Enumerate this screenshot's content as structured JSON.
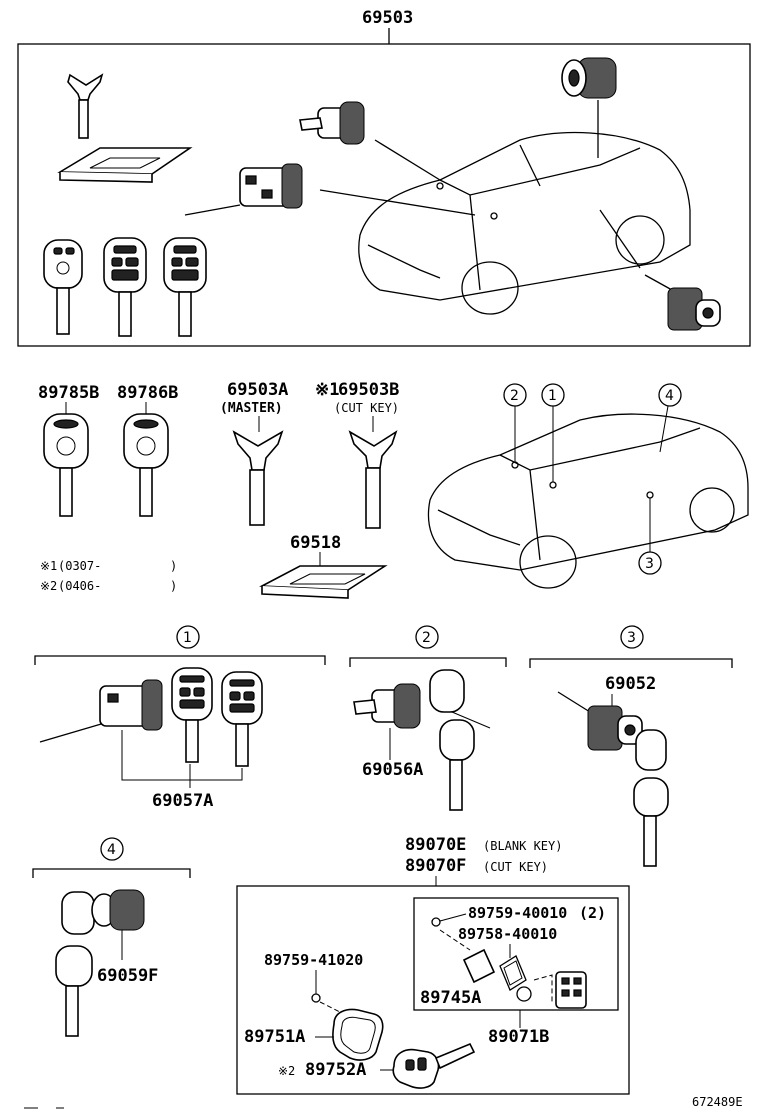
{
  "assembly": {
    "label": "69503"
  },
  "parts": {
    "p89785b": "89785B",
    "p89786b": "89786B",
    "p69503a": "69503A",
    "p69503a_note": "(MASTER)",
    "p69503b_mark": "※1",
    "p69503b": "69503B",
    "p69503b_note": "(CUT KEY)",
    "p69518": "69518",
    "p69057a": "69057A",
    "p69056a": "69056A",
    "p69052": "69052",
    "p69059f": "69059F",
    "p89070e": "89070E",
    "p89070e_note": "(BLANK KEY)",
    "p89070f": "89070F",
    "p89070f_note": "(CUT KEY)",
    "p89759_40010": "89759-40010",
    "p89759_40010_qty": "(2)",
    "p89758_40010": "89758-40010",
    "p89759_41020": "89759-41020",
    "p89745a": "89745A",
    "p89751a": "89751A",
    "p89071b": "89071B",
    "p89752a_mark": "※2",
    "p89752a": "89752A"
  },
  "notes": {
    "n1_mark": "※1",
    "n1_text": "(0307-",
    "n1_close": ")",
    "n2_mark": "※2",
    "n2_text": "(0406-",
    "n2_close": ")"
  },
  "callouts": {
    "c1": "1",
    "c2": "2",
    "c3": "3",
    "c4": "4"
  },
  "groups": {
    "g1": "1",
    "g2": "2",
    "g3": "3",
    "g4": "4"
  },
  "diagram_id": "672489E"
}
